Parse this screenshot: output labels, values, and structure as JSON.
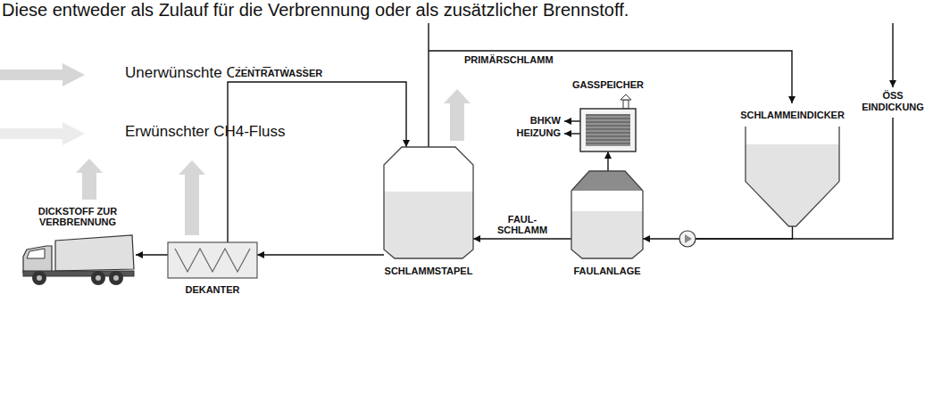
{
  "diagram": {
    "nodes": [
      {
        "text": [
          "DICKSTOFF ZUR VERBRENNUNG"
        ]
      },
      {
        "text": [
          "DEKANTER"
        ]
      },
      {
        "text": [
          "SCHLAMMSTAPEL"
        ]
      },
      {
        "text": [
          "GASSPEICHER"
        ]
      },
      {
        "text": [
          "FAULANLAGE"
        ]
      },
      {
        "text": [
          "SCHLAMMEINDICKER"
        ]
      }
    ],
    "edges": [
      {
        "from": 5,
        "to": 4,
        "arrow": "to"
      },
      {
        "from": 4,
        "to": 3,
        "arrow": "to"
      },
      {
        "from": 4,
        "to": 2,
        "label": "FAUL- SCHLAMM",
        "arrow": "to"
      },
      {
        "from": 2,
        "to": 1,
        "arrow": "to"
      },
      {
        "from": 1,
        "to": 0,
        "arrow": "to"
      },
      {
        "from": 1,
        "to": 2,
        "label": "ZENTRATWASSER",
        "arrow": "to"
      }
    ],
    "labels": [
      "Diese entweder als Zulauf für die Verbrennung oder als zusätzlicher Brennstoff.",
      "PRIMÄRSCHLAMM",
      "ÖSS EINDICKUNG",
      "BHKW",
      "HEIZUNG"
    ],
    "legend": [
      {
        "text": "Unerwünschte CH4-Emission",
        "color": "#d6d6d6"
      },
      {
        "text": "Erwünschter CH4-Fluss",
        "color": "#ececec"
      }
    ]
  }
}
